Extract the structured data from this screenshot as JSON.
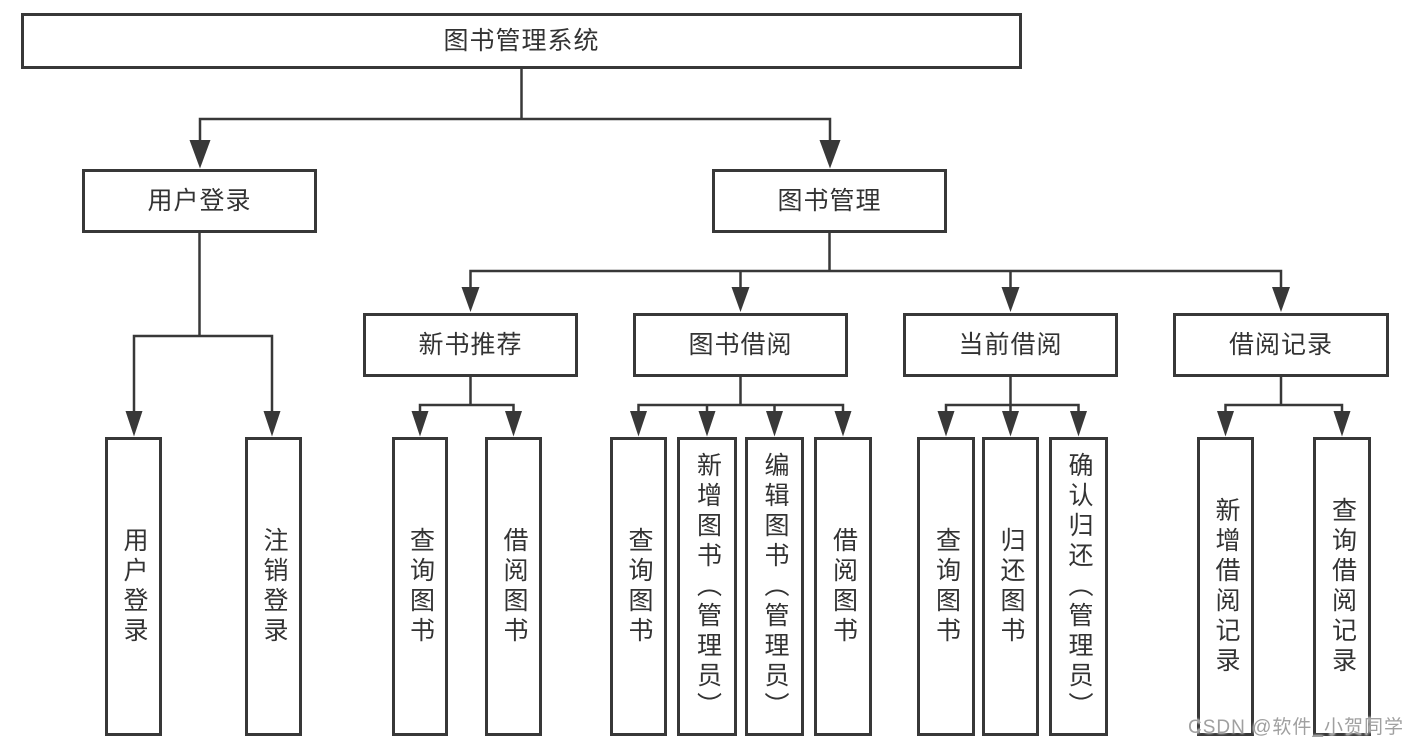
{
  "nodes": {
    "root": {
      "label": "图书管理系统"
    },
    "level1": [
      {
        "label": "用户登录"
      },
      {
        "label": "图书管理"
      }
    ],
    "level2": [
      {
        "label": "新书推荐"
      },
      {
        "label": "图书借阅"
      },
      {
        "label": "当前借阅"
      },
      {
        "label": "借阅记录"
      }
    ],
    "leaves": [
      {
        "label": "用户登录"
      },
      {
        "label": "注销登录"
      },
      {
        "label": "查询图书"
      },
      {
        "label": "借阅图书"
      },
      {
        "label": "查询图书"
      },
      {
        "label": "新增图书（管理员）"
      },
      {
        "label": "编辑图书（管理员）"
      },
      {
        "label": "借阅图书"
      },
      {
        "label": "查询图书"
      },
      {
        "label": "归还图书"
      },
      {
        "label": "确认归还（管理员）"
      },
      {
        "label": "新增借阅记录"
      },
      {
        "label": "查询借阅记录"
      }
    ]
  },
  "hierarchy": {
    "图书管理系统": {
      "用户登录": [
        "用户登录",
        "注销登录"
      ],
      "图书管理": {
        "新书推荐": [
          "查询图书",
          "借阅图书"
        ],
        "图书借阅": [
          "查询图书",
          "新增图书（管理员）",
          "编辑图书（管理员）",
          "借阅图书"
        ],
        "当前借阅": [
          "查询图书",
          "归还图书",
          "确认归还（管理员）"
        ],
        "借阅记录": [
          "新增借阅记录",
          "查询借阅记录"
        ]
      }
    }
  },
  "watermark": {
    "text": "CSDN @软件_小贺同学"
  },
  "colors": {
    "line": "#383838",
    "box_border": "#383838",
    "text": "#333333",
    "watermark": "#a0a0a0",
    "background": "#ffffff"
  }
}
